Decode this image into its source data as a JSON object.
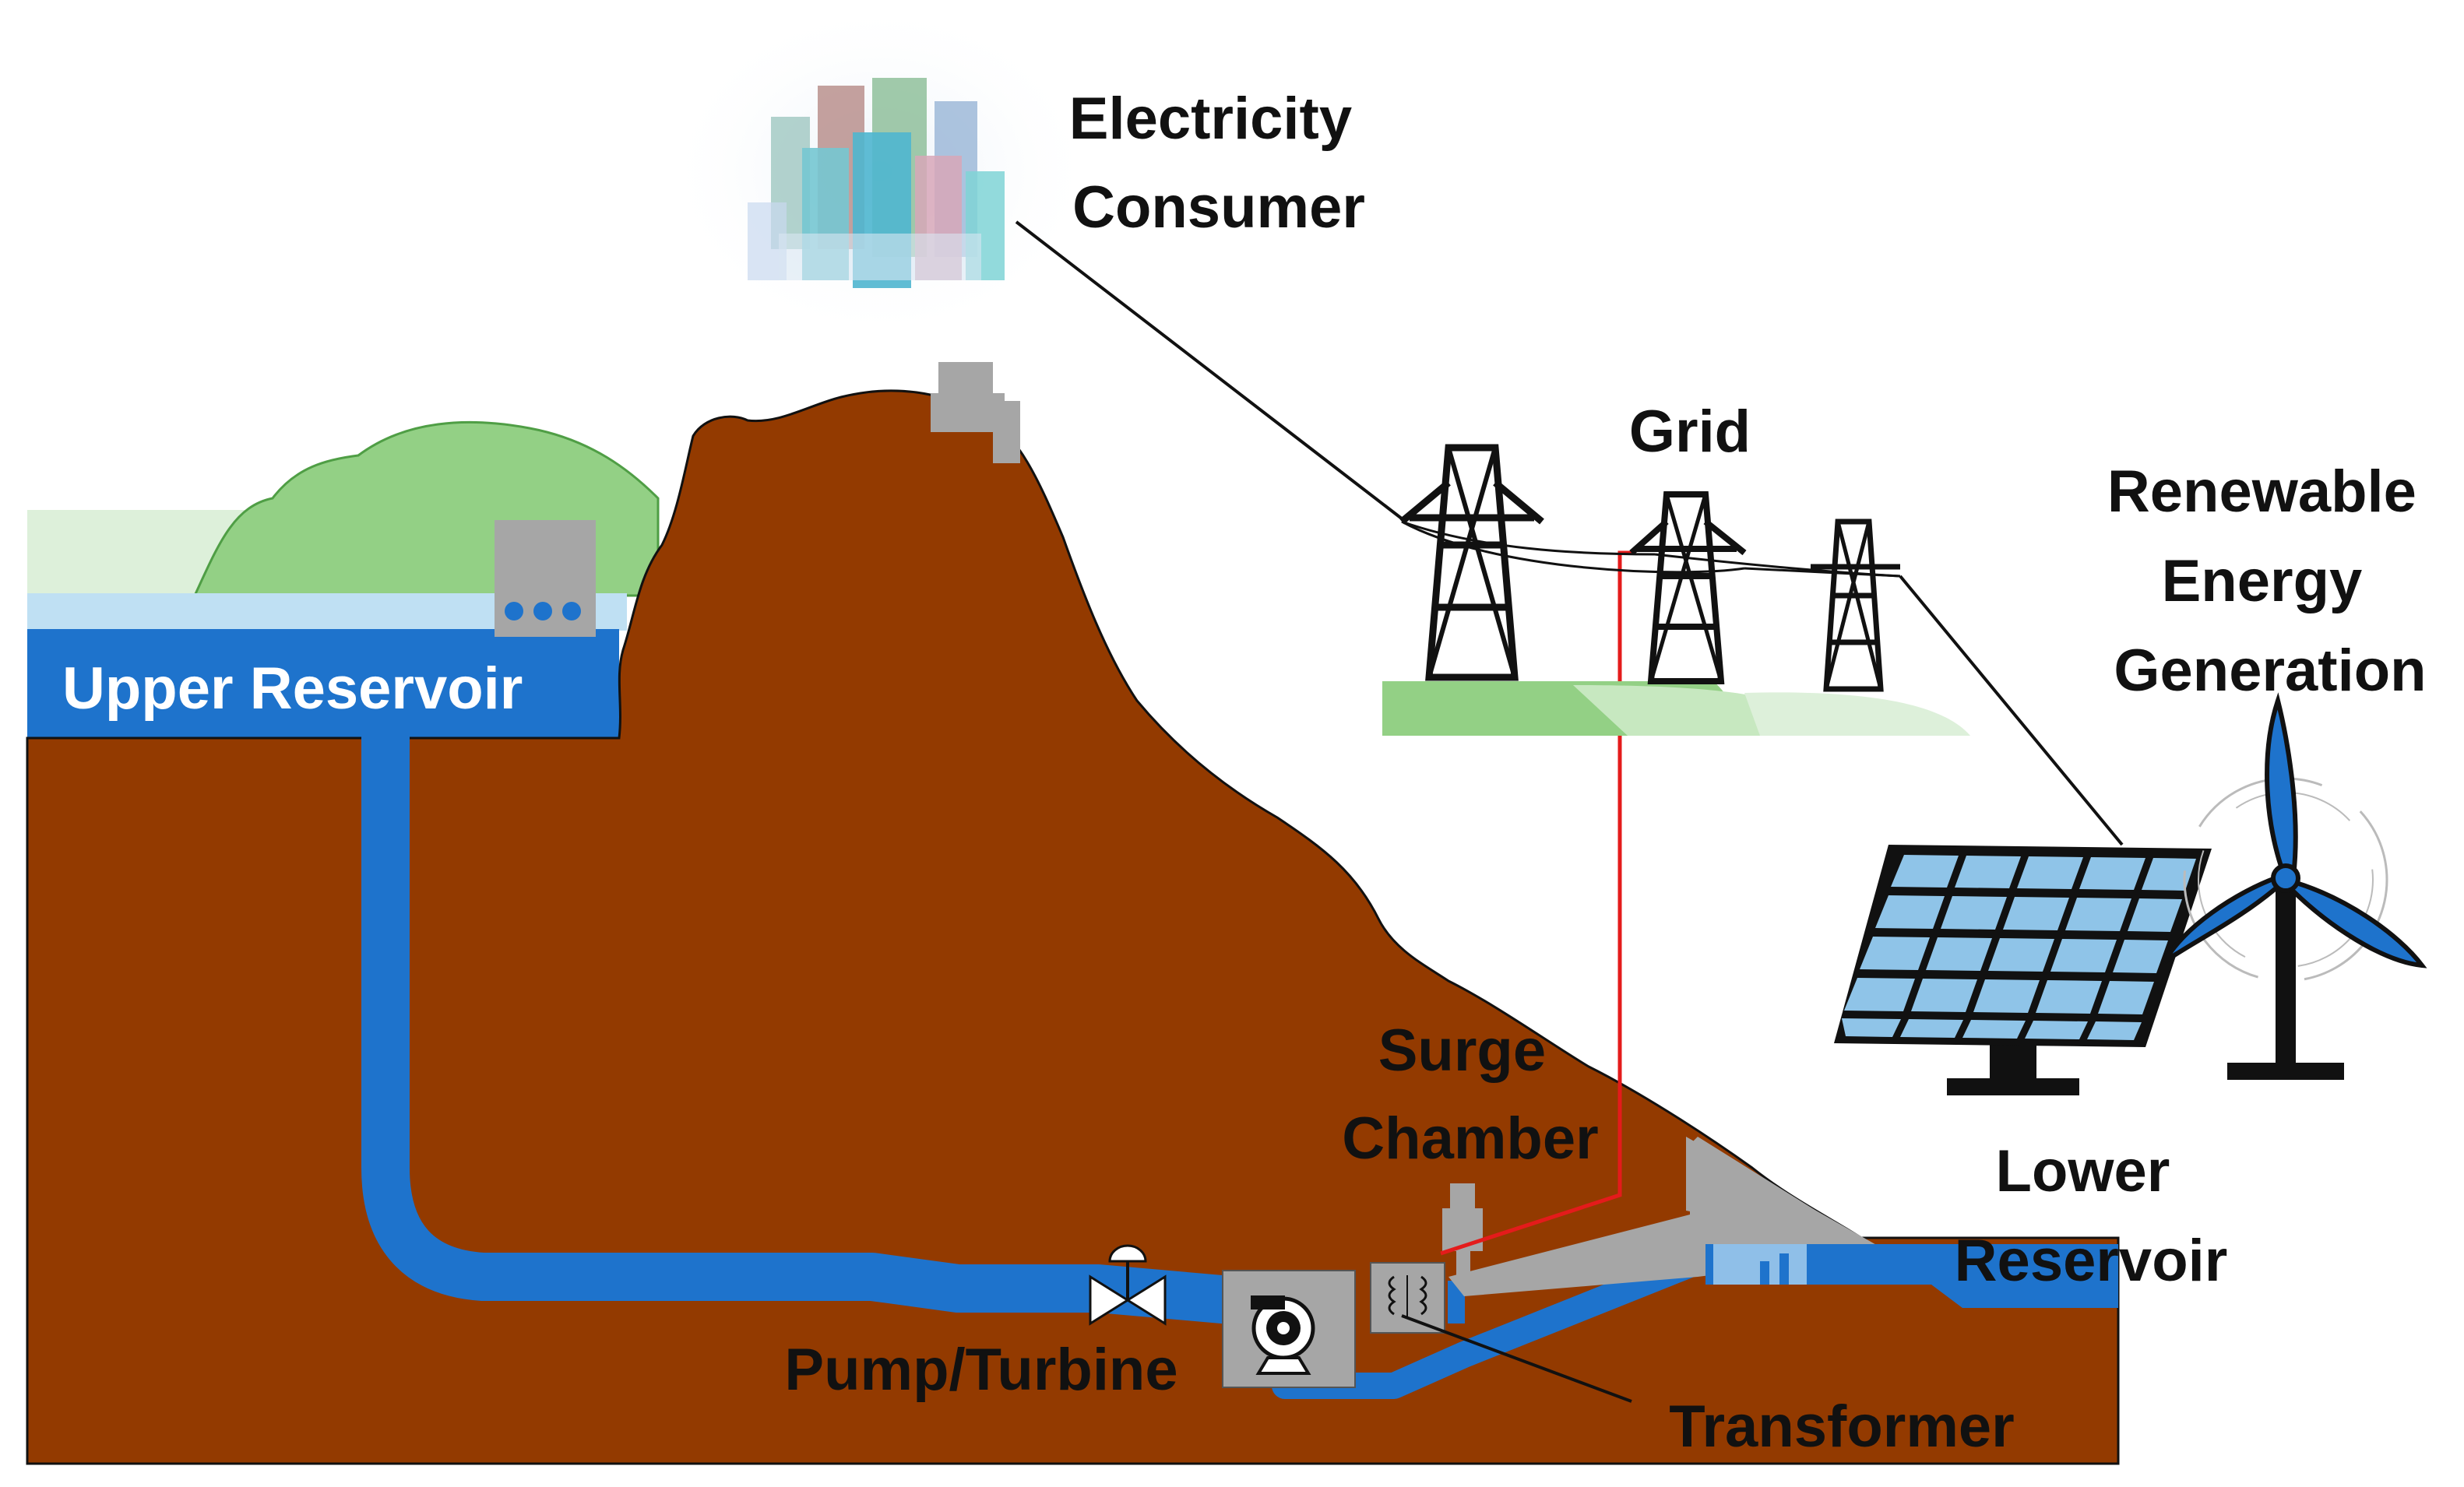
{
  "labels": {
    "electricity_consumer": [
      "Electricity",
      "Consumer"
    ],
    "grid": "Grid",
    "renewable": [
      "Renewable",
      "Energy",
      "Generation"
    ],
    "upper_reservoir": "Upper Reservoir",
    "surge_chamber": [
      "Surge",
      "Chamber"
    ],
    "lower_reservoir": [
      "Lower",
      "Reservoir"
    ],
    "pump_turbine": "Pump/Turbine",
    "transformer": "Transformer"
  },
  "colors": {
    "rock": "#933A00",
    "water": "#1E73CC",
    "grass": "#93D085",
    "grass_light": "#C7E8C0",
    "sky_water": "#BFE0F3",
    "concrete": "#A6A6A6",
    "power_line": "#E41B1B",
    "panel_cell": "#8FC4E8"
  },
  "icons": {
    "city": "city-skyline-icon",
    "tower": "transmission-tower-icon",
    "solar": "solar-panel-icon",
    "wind": "wind-turbine-icon",
    "pump": "pump-turbine-icon",
    "valve": "valve-icon",
    "transformer": "transformer-coil-icon"
  }
}
